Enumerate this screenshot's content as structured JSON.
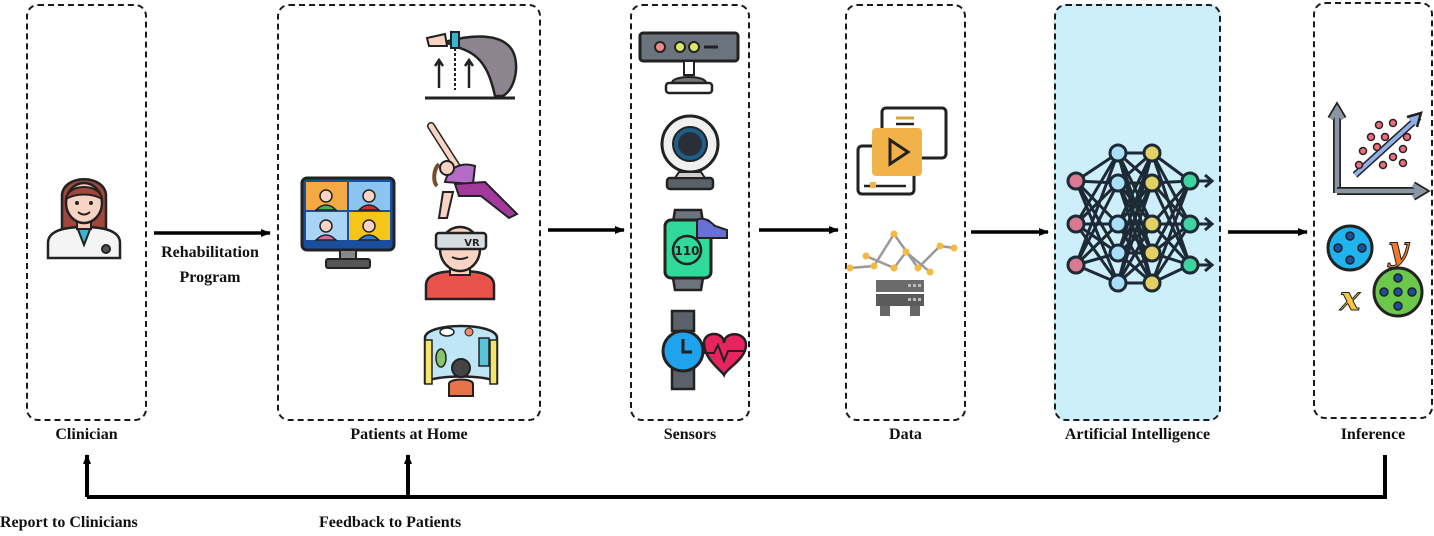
{
  "stages": [
    {
      "id": "clinician",
      "label": "Clinician",
      "icons": [
        "doctor-icon"
      ]
    },
    {
      "id": "patients",
      "label": "Patients at Home",
      "icons": [
        "video-call-monitor-icon",
        "leg-exercise-icon",
        "yoga-stretch-icon",
        "vr-headset-user-icon",
        "immersive-room-icon"
      ]
    },
    {
      "id": "sensors",
      "label": "Sensors",
      "icons": [
        "depth-camera-icon",
        "webcam-icon",
        "fitness-watch-icon",
        "heart-rate-watch-icon"
      ]
    },
    {
      "id": "data",
      "label": "Data",
      "icons": [
        "multimedia-files-icon",
        "data-graph-server-icon"
      ]
    },
    {
      "id": "ai",
      "label": "Artificial Intelligence",
      "icons": [
        "neural-network-icon"
      ],
      "highlight_color": "#cdeefb"
    },
    {
      "id": "inference",
      "label": "Inference",
      "icons": [
        "regression-chart-icon",
        "clustering-icon"
      ]
    }
  ],
  "arrows": {
    "clinician_to_patients": {
      "label_line1": "Rehabilitation",
      "label_line2": "Program"
    }
  },
  "feedback": {
    "report_label": "Report to Clinicians",
    "feedback_label": "Feedback to Patients"
  },
  "icon_text": {
    "vr": "VR",
    "watch_value": "110",
    "x_var": "x",
    "y_var": "y"
  }
}
